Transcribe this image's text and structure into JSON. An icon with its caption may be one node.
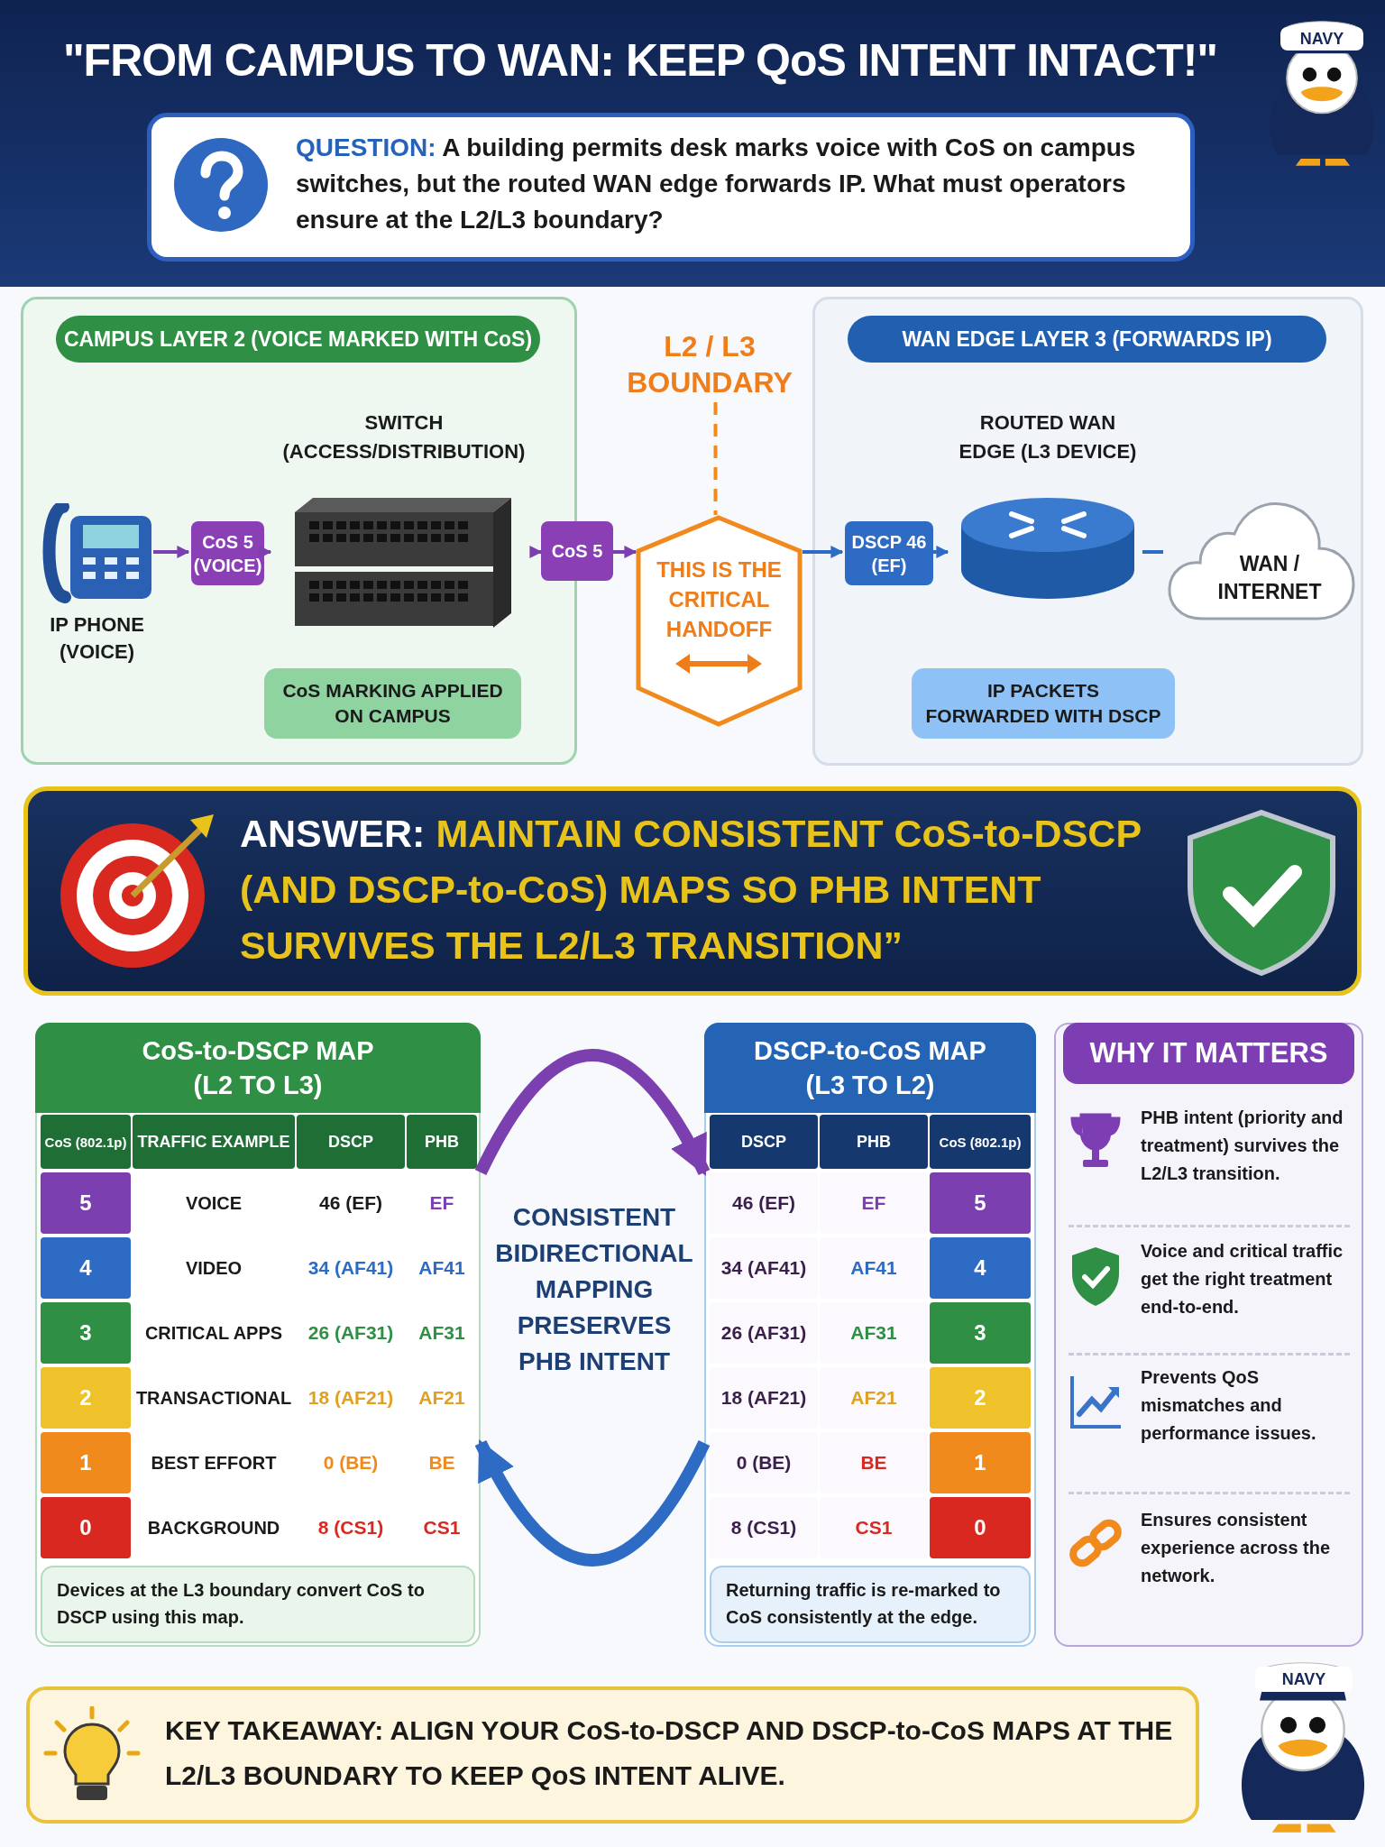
{
  "diagram": {
    "title": "\"FROM CAMPUS TO WAN: KEEP QoS INTENT INTACT!\"",
    "nodes": [
      {
        "text": [
          "**QUESTION:** A building permits desk marks voice with CoS on campus switches, but the routed WAN edge forwards IP. What must operators ensure at the L2/L3 boundary?"
        ]
      },
      {
        "text": [
          "CAMPUS LAYER 2 (VOICE MARKED WITH CoS)"
        ]
      },
      {
        "text": [
          "IP PHONE (VOICE)"
        ],
        "in": 1
      },
      {
        "text": [
          "CoS 5 (VOICE)"
        ],
        "in": 1
      },
      {
        "text": [
          "SWITCH (ACCESS/DISTRIBUTION)"
        ],
        "in": 1
      },
      {
        "text": [
          "CoS MARKING APPLIED ON CAMPUS"
        ],
        "in": 1
      },
      {
        "text": [
          "CoS 5"
        ]
      },
      {
        "text": [
          "L2 / L3 BOUNDARY"
        ]
      },
      {
        "text": [
          "THIS IS THE CRITICAL HANDOFF"
        ]
      },
      {
        "text": [
          "WAN EDGE LAYER 3 (FORWARDS IP)"
        ]
      },
      {
        "text": [
          "DSCP 46 (EF)"
        ],
        "in": 9
      },
      {
        "text": [
          "ROUTED WAN EDGE (L3 DEVICE)"
        ],
        "in": 9
      },
      {
        "text": [
          "WAN / INTERNET"
        ],
        "in": 9
      },
      {
        "text": [
          "IP PACKETS FORWARDED WITH DSCP"
        ],
        "in": 9
      },
      {
        "text": [
          "ANSWER:",
          "MAINTAIN CONSISTENT CoS-to-DSCP (AND DSCP-to-CoS) MAPS SO PHB INTENT SURVIVES THE L2/L3 TRANSITION”"
        ]
      },
      {
        "text": [
          "CoS-to-DSCP MAP (L2 TO L3)",
          "Devices at the L3 boundary convert CoS to DSCP using this map."
        ]
      },
      {
        "text": [
          "DSCP-to-CoS MAP (L3 TO L2)",
          "Returning traffic is re-marked to CoS consistently at the edge."
        ]
      },
      {
        "text": [
          "WHY IT MATTERS"
        ]
      },
      {
        "text": [
          "PHB intent (priority and treatment) survives the L2/L3 transition."
        ],
        "in": 17
      },
      {
        "text": [
          "Voice and critical traffic get the right treatment end-to-end."
        ],
        "in": 17
      },
      {
        "text": [
          "Prevents QoS mismatches and performance issues."
        ],
        "in": 17
      },
      {
        "text": [
          "Ensures consistent experience across the network."
        ],
        "in": 17
      },
      {
        "text": [
          "KEY TAKEAWAY: ALIGN YOUR CoS-to-DSCP AND DSCP-to-CoS MAPS AT THE L2/L3 BOUNDARY TO KEEP QoS INTENT ALIVE."
        ]
      }
    ],
    "edges": [
      {
        "from": 2,
        "to": 3,
        "arrow": "to",
        "color": "#7b3fb0"
      },
      {
        "from": 3,
        "to": 4,
        "arrow": "to",
        "color": "#7b3fb0"
      },
      {
        "from": 4,
        "to": 6,
        "arrow": "to",
        "color": "#7b3fb0"
      },
      {
        "from": 6,
        "to": 8,
        "arrow": "to",
        "color": "#7b3fb0"
      },
      {
        "from": 8,
        "to": 10,
        "arrow": "to",
        "color": "#2e6bc4"
      },
      {
        "from": 10,
        "to": 11,
        "arrow": "to",
        "color": "#2e6bc4"
      },
      {
        "from": 11,
        "to": 12,
        "arrow": "none",
        "color": "#2e6bc4"
      },
      {
        "from": 7,
        "to": 8,
        "arrow": "none",
        "style": "dashed",
        "color": "#f08a1c"
      },
      {
        "from": 15,
        "to": 16,
        "arrow": "to",
        "style": "thick",
        "color": "#7b3fb0"
      },
      {
        "from": 16,
        "to": 15,
        "arrow": "to",
        "style": "thick",
        "color": "#2e6bc4"
      }
    ],
    "labels": [
      "NAVY",
      "CoS (802.1p)",
      "TRAFFIC EXAMPLE",
      "DSCP",
      "PHB",
      "5",
      "VOICE",
      "46 (EF)",
      "EF",
      "4",
      "VIDEO",
      "34 (AF41)",
      "AF41",
      "3",
      "CRITICAL APPS",
      "26 (AF31)",
      "AF31",
      "2",
      "TRANSACTIONAL",
      "18 (AF21)",
      "AF21",
      "1",
      "BEST EFFORT",
      "0 (BE)",
      "BE",
      "0",
      "BACKGROUND",
      "8 (CS1)",
      "CS1",
      "CONSISTENT BIDIRECTIONAL MAPPING PRESERVES PHB INTENT",
      "DSCP",
      "PHB",
      "CoS (802.1p)",
      "46 (EF)",
      "EF",
      "5",
      "34 (AF41)",
      "AF41",
      "4",
      "26 (AF31)",
      "AF31",
      "3",
      "18 (AF21)",
      "AF21",
      "2",
      "0 (BE)",
      "BE",
      "1",
      "8 (CS1)",
      "CS1",
      "0",
      "NAVY"
    ]
  }
}
